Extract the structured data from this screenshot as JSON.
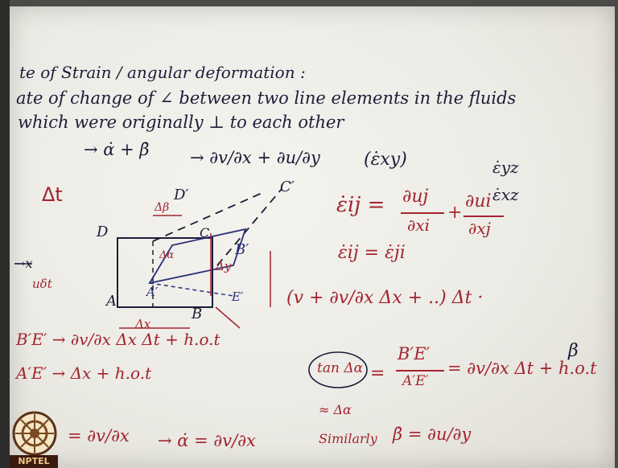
{
  "heading": "te of Strain / angular deformation :",
  "line2": "ate of change of ∠ between two line elements in the fluids",
  "line3": "which were originally ⊥ to each other",
  "arrow_line": "→ α̇ + β̇",
  "arrow_result": "→ ∂v/∂x + ∂u/∂y",
  "exy": "(ε̇xy)",
  "eyz": "ε̇yz",
  "exz": "ε̇xz",
  "eij_lhs": "ε̇ij =",
  "eij_t1_num": "∂uj",
  "eij_t1_den": "∂xi",
  "plus": "+",
  "eij_t2_num": "∂ui",
  "eij_t2_den": "∂xj",
  "eij_sym": "ε̇ij = ε̇ji",
  "delta_t": "Δt",
  "diagram": {
    "D_prime": "D′",
    "C_prime": "C′",
    "D": "D",
    "C": "C",
    "A": "A",
    "B": "B",
    "A_prime": "A′",
    "B_prime": "B′",
    "E_prime": "E′",
    "dbeta": "Δβ",
    "dalpha": "Δα",
    "dx": "Δx",
    "dy": "Δy",
    "x_axis": "→x",
    "ubt": "uδt",
    "vert_expr": "(v + ∂v/∂x Δx + ..) Δt ·"
  },
  "be_line": "B′E′ → ∂v/∂x Δx Δt + h.o.t",
  "ae_line": "A′E′ → Δx + h.o.t",
  "tan_lhs": "tan Δα",
  "tan_eq": "=",
  "tan_num": "B′E′",
  "tan_den": "A′E′",
  "tan_rhs": "= ∂v/∂x Δt + h.o.t",
  "approx": "≈ Δα",
  "similarly": "Similarly",
  "beta_dot": "β̇ = ∂u/∂y",
  "alpha_dot_bottom": "= ∂v/∂x",
  "alpha_dot_arrow": "→ α̇ = ∂v/∂x",
  "beta_mark": "β",
  "logo_text": "NPTEL"
}
